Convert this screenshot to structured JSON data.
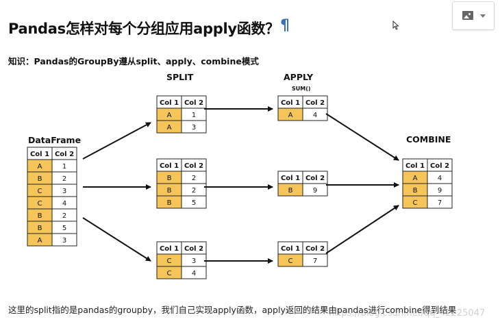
{
  "page": {
    "title": "Pandas怎样对每个分组应用apply函数？",
    "pilcrow": "¶",
    "subtitle": "知识：Pandas的GroupBy遵从split、apply、combine模式",
    "footer": "这里的split指的是pandas的groupby，我们自己实现apply函数，apply返回的结果由pandas进行combine得到结果",
    "watermark": "https://blog.csdn.net/qq_42225047"
  },
  "toolbar": {
    "image_button_icon": "image-icon",
    "dropdown_icon": "chevron-down-icon"
  },
  "diagram": {
    "labels": {
      "dataframe": "DataFrame",
      "split": "SPLIT",
      "apply": "APPLY",
      "apply_fn": "SUM()",
      "combine": "COMBINE"
    },
    "colors": {
      "key_cell": "#f6c55a",
      "border": "#222222",
      "arrow": "#111111"
    },
    "columns": [
      "Col 1",
      "Col 2"
    ],
    "dataframe": [
      [
        "A",
        "1"
      ],
      [
        "B",
        "2"
      ],
      [
        "C",
        "3"
      ],
      [
        "C",
        "4"
      ],
      [
        "B",
        "2"
      ],
      [
        "B",
        "5"
      ],
      [
        "A",
        "3"
      ]
    ],
    "split": [
      [
        [
          "A",
          "1"
        ],
        [
          "A",
          "3"
        ]
      ],
      [
        [
          "B",
          "2"
        ],
        [
          "B",
          "2"
        ],
        [
          "B",
          "5"
        ]
      ],
      [
        [
          "C",
          "3"
        ],
        [
          "C",
          "4"
        ]
      ]
    ],
    "apply": [
      [
        [
          "A",
          "4"
        ]
      ],
      [
        [
          "B",
          "9"
        ]
      ],
      [
        [
          "C",
          "7"
        ]
      ]
    ],
    "combine": [
      [
        "A",
        "4"
      ],
      [
        "B",
        "9"
      ],
      [
        "C",
        "7"
      ]
    ]
  }
}
